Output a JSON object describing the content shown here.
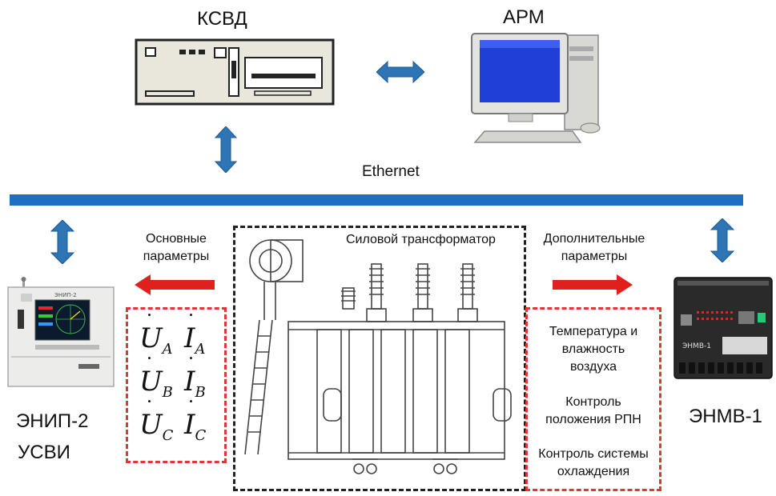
{
  "top": {
    "ksvd_label": "КСВД",
    "arm_label": "АРМ",
    "ethernet_label": "Ethernet"
  },
  "left_device": {
    "label_line1": "ЭНИП-2",
    "label_line2": "УСВИ",
    "screen_brand": "ЭНИП-2"
  },
  "right_device": {
    "label": "ЭНМВ-1",
    "panel_text": "ЭНМВ-1"
  },
  "left_arrow_caption": {
    "line1": "Основные",
    "line2": "параметры"
  },
  "right_arrow_caption": {
    "line1": "Дополнительные",
    "line2": "параметры"
  },
  "transformer": {
    "title": "Силовой трансформатор"
  },
  "main_params": [
    {
      "u_sub": "A",
      "i_sub": "A"
    },
    {
      "u_sub": "B",
      "i_sub": "B"
    },
    {
      "u_sub": "C",
      "i_sub": "C"
    }
  ],
  "main_param_letters": {
    "u": "U",
    "i": "I",
    "dot": "˙"
  },
  "extra_params": {
    "item1_line1": "Температура и",
    "item1_line2": "влажность",
    "item1_line3": "воздуха",
    "item2_line1": "Контроль",
    "item2_line2": "положения РПН",
    "item3_line1": "Контроль системы",
    "item3_line2": "охлаждения"
  },
  "colors": {
    "bus_blue": "#1e6fbf",
    "arrow_blue": "#2e75b6",
    "arrow_red": "#e0201c",
    "dash_red": "#d83a3a"
  }
}
